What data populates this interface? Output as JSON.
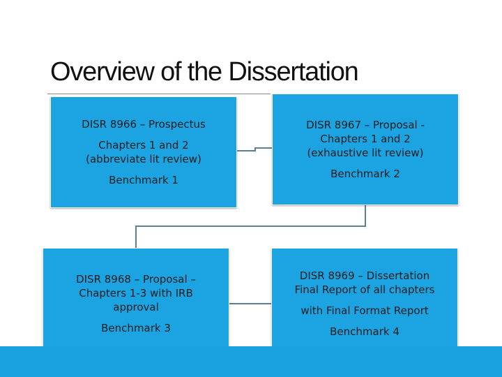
{
  "title": "Overview of the Dissertation",
  "boxes": [
    {
      "heading": "DISR 8966 – Prospectus",
      "lines": [
        "Chapters 1 and 2",
        "(abbreviate lit review)"
      ],
      "benchmark": "Benchmark 1"
    },
    {
      "heading": "DISR 8967 – Proposal -",
      "lines": [
        "Chapters 1 and 2",
        "(exhaustive lit review)"
      ],
      "benchmark": "Benchmark 2"
    },
    {
      "heading": "DISR 8968 – Proposal –",
      "lines": [
        "Chapters 1-3 with IRB",
        "approval"
      ],
      "benchmark": "Benchmark 3"
    },
    {
      "heading": "DISR 8969 – Dissertation",
      "lines": [
        "Final Report of all chapters",
        "with Final Format Report"
      ],
      "benchmark": "Benchmark 4"
    }
  ],
  "colors": {
    "box_fill": "#1ba3e2",
    "connector": "#5c7f95",
    "bottom_bar": "#1aa1e0"
  }
}
